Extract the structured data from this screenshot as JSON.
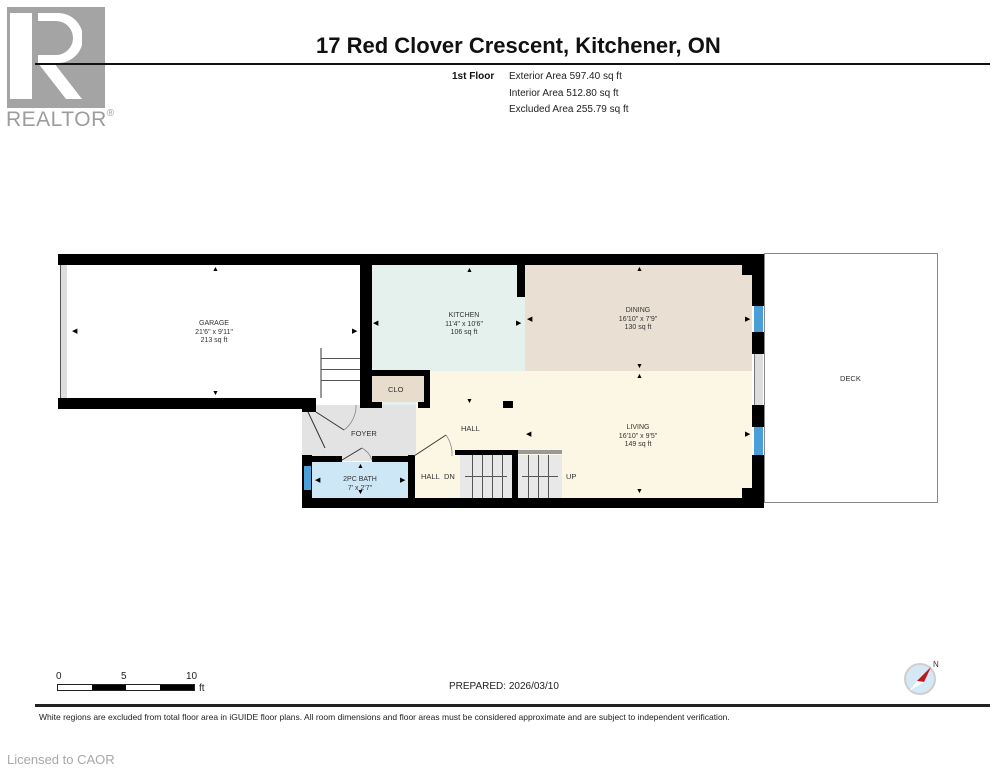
{
  "logo": {
    "brand": "REALTOR",
    "registered_mark": "®",
    "icon": "realtor-r-icon",
    "color": "#a4a4a4"
  },
  "header": {
    "title": "17 Red Clover Crescent, Kitchener, ON",
    "floor": "1st Floor",
    "areas": {
      "exterior": "Exterior Area 597.40 sq ft",
      "interior": "Interior Area 512.80 sq ft",
      "excluded": "Excluded Area 255.79 sq ft"
    }
  },
  "floorplan": {
    "rooms": {
      "garage": {
        "name": "GARAGE",
        "dims": "21'6\" x 9'11\"",
        "area": "213 sq ft",
        "color": "#ffffff"
      },
      "kitchen": {
        "name": "KITCHEN",
        "dims": "11'4\" x 10'6\"",
        "area": "106 sq ft",
        "color": "#e4f1ec"
      },
      "dining": {
        "name": "DINING",
        "dims": "16'10\" x 7'9\"",
        "area": "130 sq ft",
        "color": "#e9e0d3"
      },
      "living": {
        "name": "LIVING",
        "dims": "16'10\" x 9'5\"",
        "area": "149 sq ft",
        "color": "#fcf6e4"
      },
      "clo": {
        "name": "CLO",
        "color": "#e8dccd"
      },
      "foyer": {
        "name": "FOYER",
        "color": "#e3e3e3"
      },
      "hall_main": {
        "name": "HALL"
      },
      "hall_small": {
        "name": "HALL"
      },
      "bath": {
        "name": "2PC BATH",
        "dims": "7' x 2'7\"",
        "color": "#cde7f7"
      },
      "deck": {
        "name": "DECK",
        "color": "#ffffff"
      }
    },
    "stairs": {
      "down": "DN",
      "up": "UP"
    },
    "colors": {
      "wall": "#000000",
      "window": "#4a9fd8"
    }
  },
  "scale_bar": {
    "ticks": [
      "0",
      "5",
      "10"
    ],
    "unit": "ft"
  },
  "footer": {
    "prepared": "PREPARED: 2026/03/10",
    "compass_icon": "north-compass-icon",
    "north_label": "N",
    "disclaimer": "White regions are excluded from total floor area in iGUIDE floor plans. All room dimensions and floor areas must be considered approximate and are subject to independent verification.",
    "licensed": "Licensed to CAOR"
  }
}
